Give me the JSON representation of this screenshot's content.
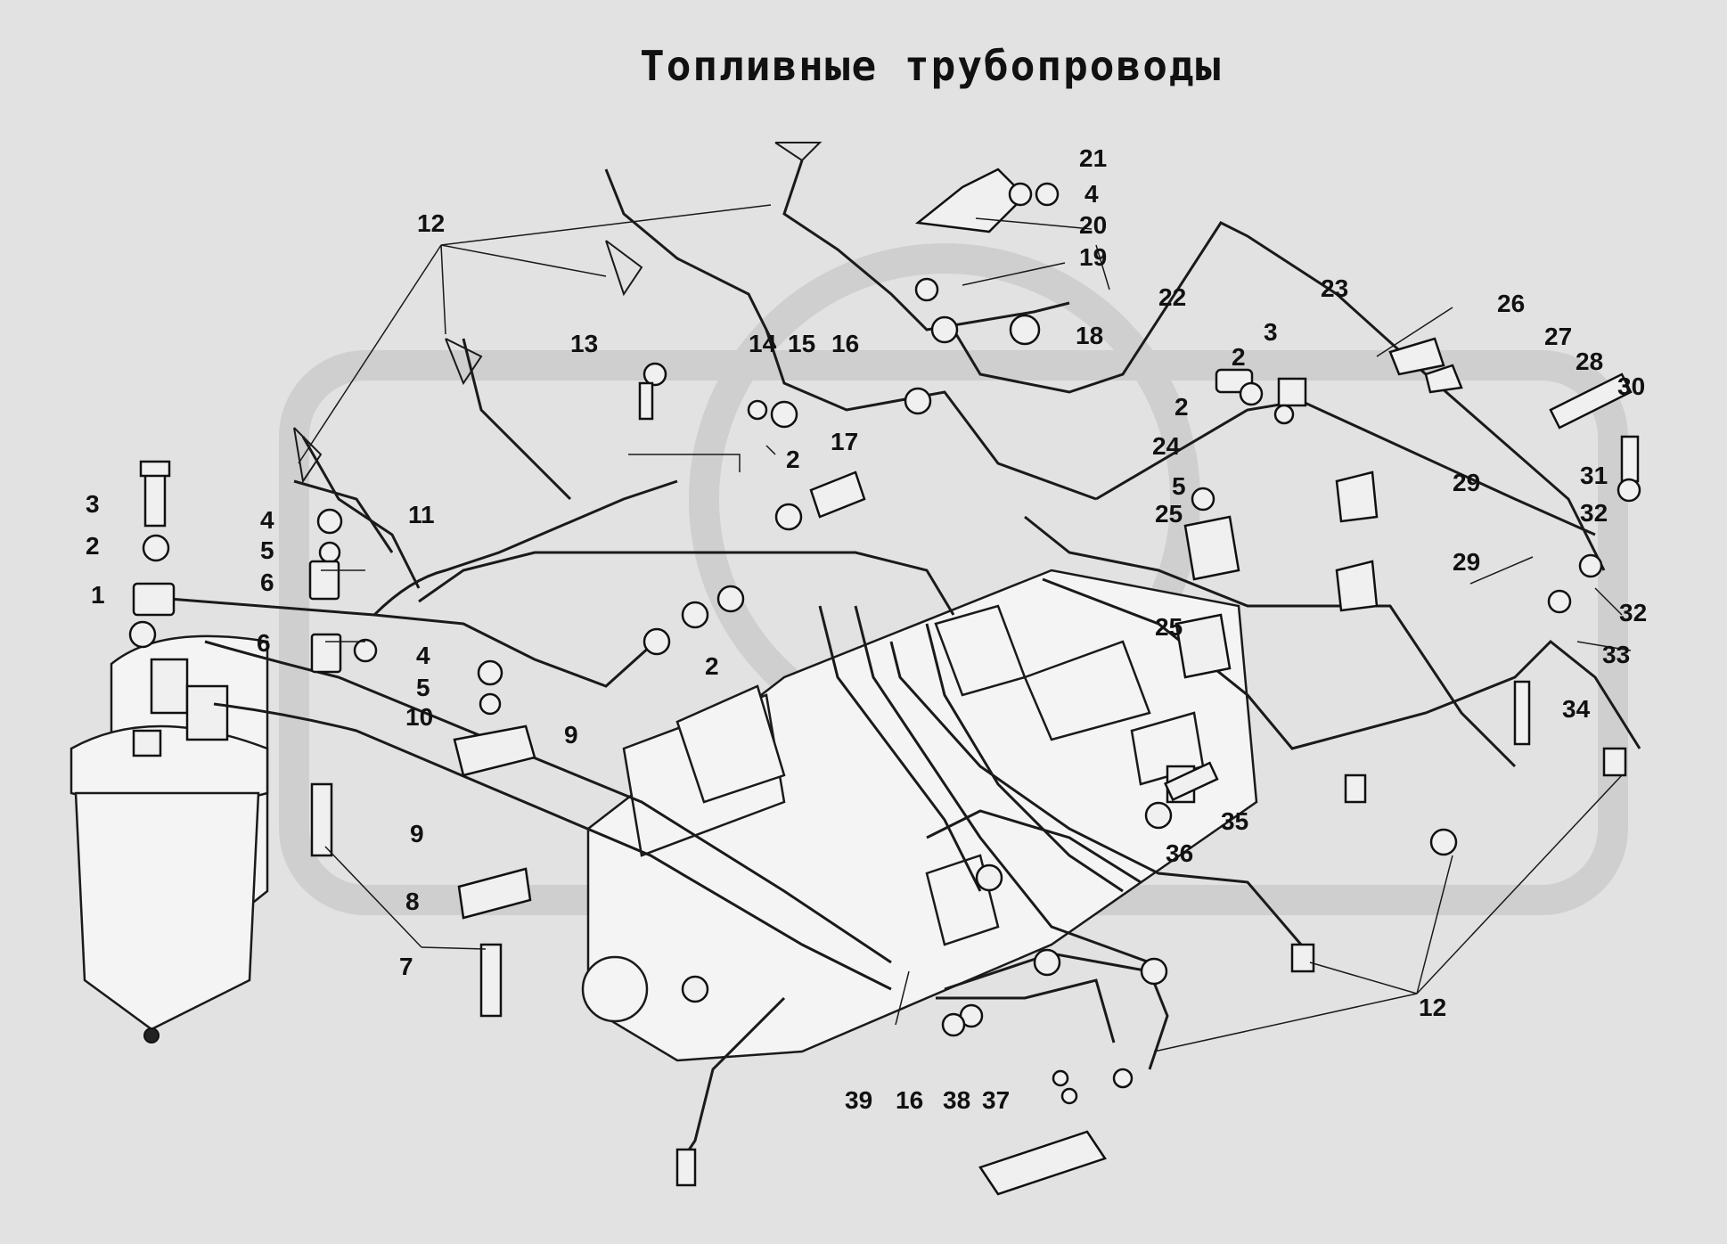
{
  "title": "Топливные трубопроводы",
  "labels": [
    {
      "id": "l1",
      "text": "1"
    },
    {
      "id": "l2a",
      "text": "2"
    },
    {
      "id": "l3a",
      "text": "3"
    },
    {
      "id": "l4a",
      "text": "4"
    },
    {
      "id": "l5a",
      "text": "5"
    },
    {
      "id": "l6a",
      "text": "6"
    },
    {
      "id": "l6b",
      "text": "6"
    },
    {
      "id": "l4b",
      "text": "4"
    },
    {
      "id": "l5b",
      "text": "5"
    },
    {
      "id": "l7",
      "text": "7"
    },
    {
      "id": "l8",
      "text": "8"
    },
    {
      "id": "l9a",
      "text": "9"
    },
    {
      "id": "l9b",
      "text": "9"
    },
    {
      "id": "l10",
      "text": "10"
    },
    {
      "id": "l11",
      "text": "11"
    },
    {
      "id": "l12a",
      "text": "12"
    },
    {
      "id": "l12b",
      "text": "12"
    },
    {
      "id": "l13",
      "text": "13"
    },
    {
      "id": "l14",
      "text": "14"
    },
    {
      "id": "l15",
      "text": "15"
    },
    {
      "id": "l16a",
      "text": "16"
    },
    {
      "id": "l16b",
      "text": "16"
    },
    {
      "id": "l17",
      "text": "17"
    },
    {
      "id": "l2b",
      "text": "2"
    },
    {
      "id": "l2c",
      "text": "2"
    },
    {
      "id": "l18",
      "text": "18"
    },
    {
      "id": "l19",
      "text": "19"
    },
    {
      "id": "l20",
      "text": "20"
    },
    {
      "id": "l21",
      "text": "21"
    },
    {
      "id": "l4c",
      "text": "4"
    },
    {
      "id": "l22",
      "text": "22"
    },
    {
      "id": "l23",
      "text": "23"
    },
    {
      "id": "l26",
      "text": "26"
    },
    {
      "id": "l3b",
      "text": "3"
    },
    {
      "id": "l2d",
      "text": "2"
    },
    {
      "id": "l2e",
      "text": "2"
    },
    {
      "id": "l24",
      "text": "24"
    },
    {
      "id": "l5c",
      "text": "5"
    },
    {
      "id": "l25a",
      "text": "25"
    },
    {
      "id": "l25b",
      "text": "25"
    },
    {
      "id": "l27",
      "text": "27"
    },
    {
      "id": "l28",
      "text": "28"
    },
    {
      "id": "l30",
      "text": "30"
    },
    {
      "id": "l29a",
      "text": "29"
    },
    {
      "id": "l29b",
      "text": "29"
    },
    {
      "id": "l31",
      "text": "31"
    },
    {
      "id": "l32a",
      "text": "32"
    },
    {
      "id": "l32b",
      "text": "32"
    },
    {
      "id": "l33",
      "text": "33"
    },
    {
      "id": "l34",
      "text": "34"
    },
    {
      "id": "l35",
      "text": "35"
    },
    {
      "id": "l36",
      "text": "36"
    },
    {
      "id": "l37",
      "text": "37"
    },
    {
      "id": "l38",
      "text": "38"
    },
    {
      "id": "l39",
      "text": "39"
    }
  ]
}
